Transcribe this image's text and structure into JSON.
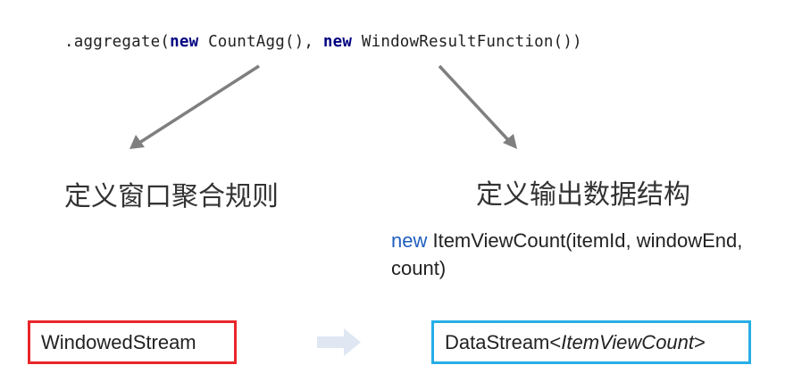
{
  "code_line": {
    "prefix": ".aggregate(",
    "kw1": "new",
    "arg1": " CountAgg(), ",
    "kw2": "new",
    "arg2": " WindowResultFunction())"
  },
  "left_label": "定义窗口聚合规则",
  "right_label": "定义输出数据结构",
  "output_code": {
    "kw": "new",
    "text": " ItemViewCount(itemId, windowEnd, count)"
  },
  "input_box": {
    "label": "WindowedStream",
    "border_color": "#e8262a"
  },
  "output_box": {
    "prefix": "DataStream<",
    "type": "ItemViewCount",
    "suffix": ">",
    "border_color": "#27aee6"
  },
  "flow_arrow": {
    "icon": "right-arrow-icon",
    "color": "#dfe7f3"
  },
  "arrow_color": "#7f7f7f"
}
